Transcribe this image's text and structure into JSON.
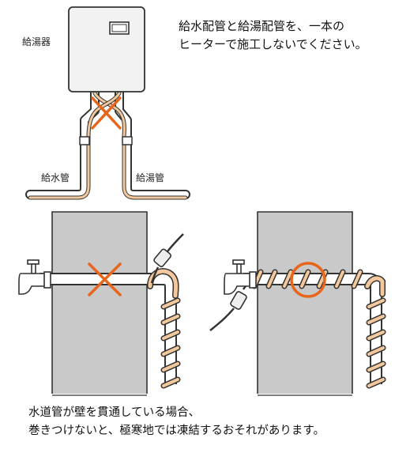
{
  "caption_top": {
    "line1": "給水配管と給湯配管を、一本の",
    "line2": "ヒーターで施工しないでください。"
  },
  "caption_bottom": {
    "line1": "水道管が壁を貫通している場合、",
    "line2": "巻きつけないと、極寒地では凍結するおそれがあります。"
  },
  "labels": {
    "water_heater": "給湯器",
    "cold_pipe": "給水管",
    "hot_pipe": "給湯管"
  },
  "colors": {
    "outline": "#333333",
    "wall": "#c9c9c9",
    "heater_box": "#f2f2f2",
    "heater_tape": "#f3c89c",
    "mark": "#e8651c"
  }
}
